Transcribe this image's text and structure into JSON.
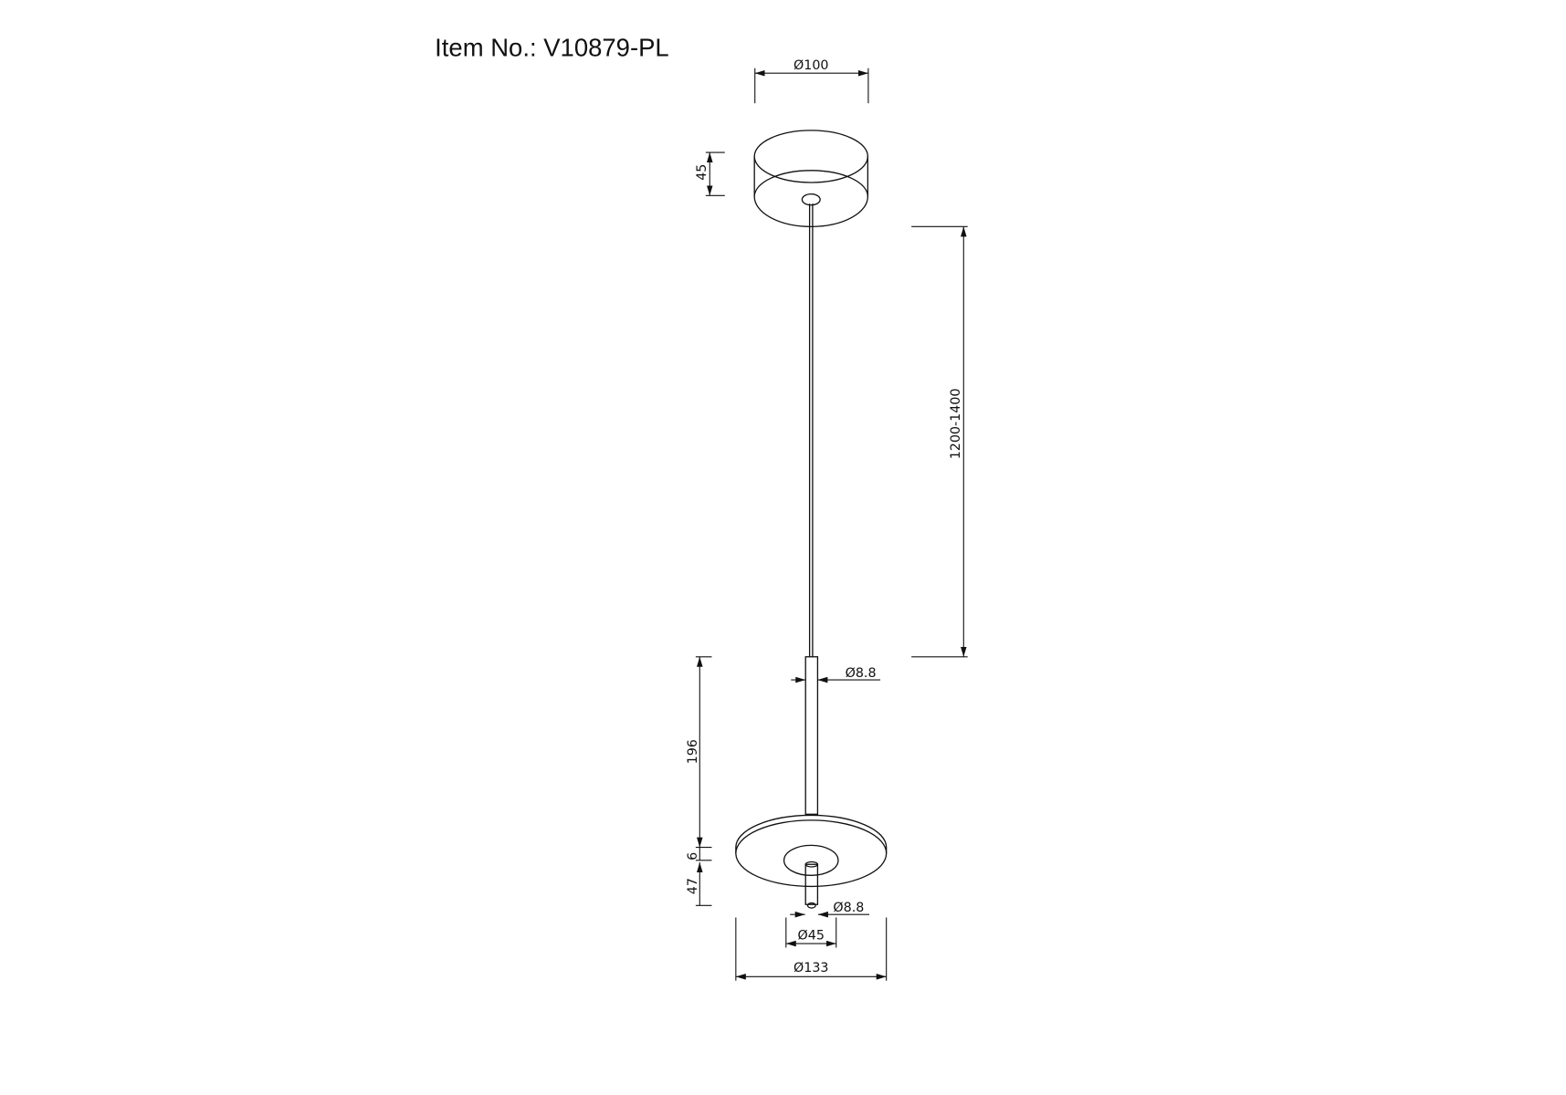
{
  "title": "Item No.: V10879-PL",
  "dimensions": {
    "canopy_diameter": "Ø100",
    "canopy_height": "45",
    "cable_length": "1200-1400",
    "tube_diameter_top": "Ø8.8",
    "tube_length": "196",
    "disc_thickness": "6",
    "lower_tube_length": "47",
    "tube_diameter_bottom": "Ø8.8",
    "inner_diameter": "Ø45",
    "disc_diameter": "Ø133"
  },
  "colors": {
    "line": "#111111",
    "background": "#ffffff"
  }
}
